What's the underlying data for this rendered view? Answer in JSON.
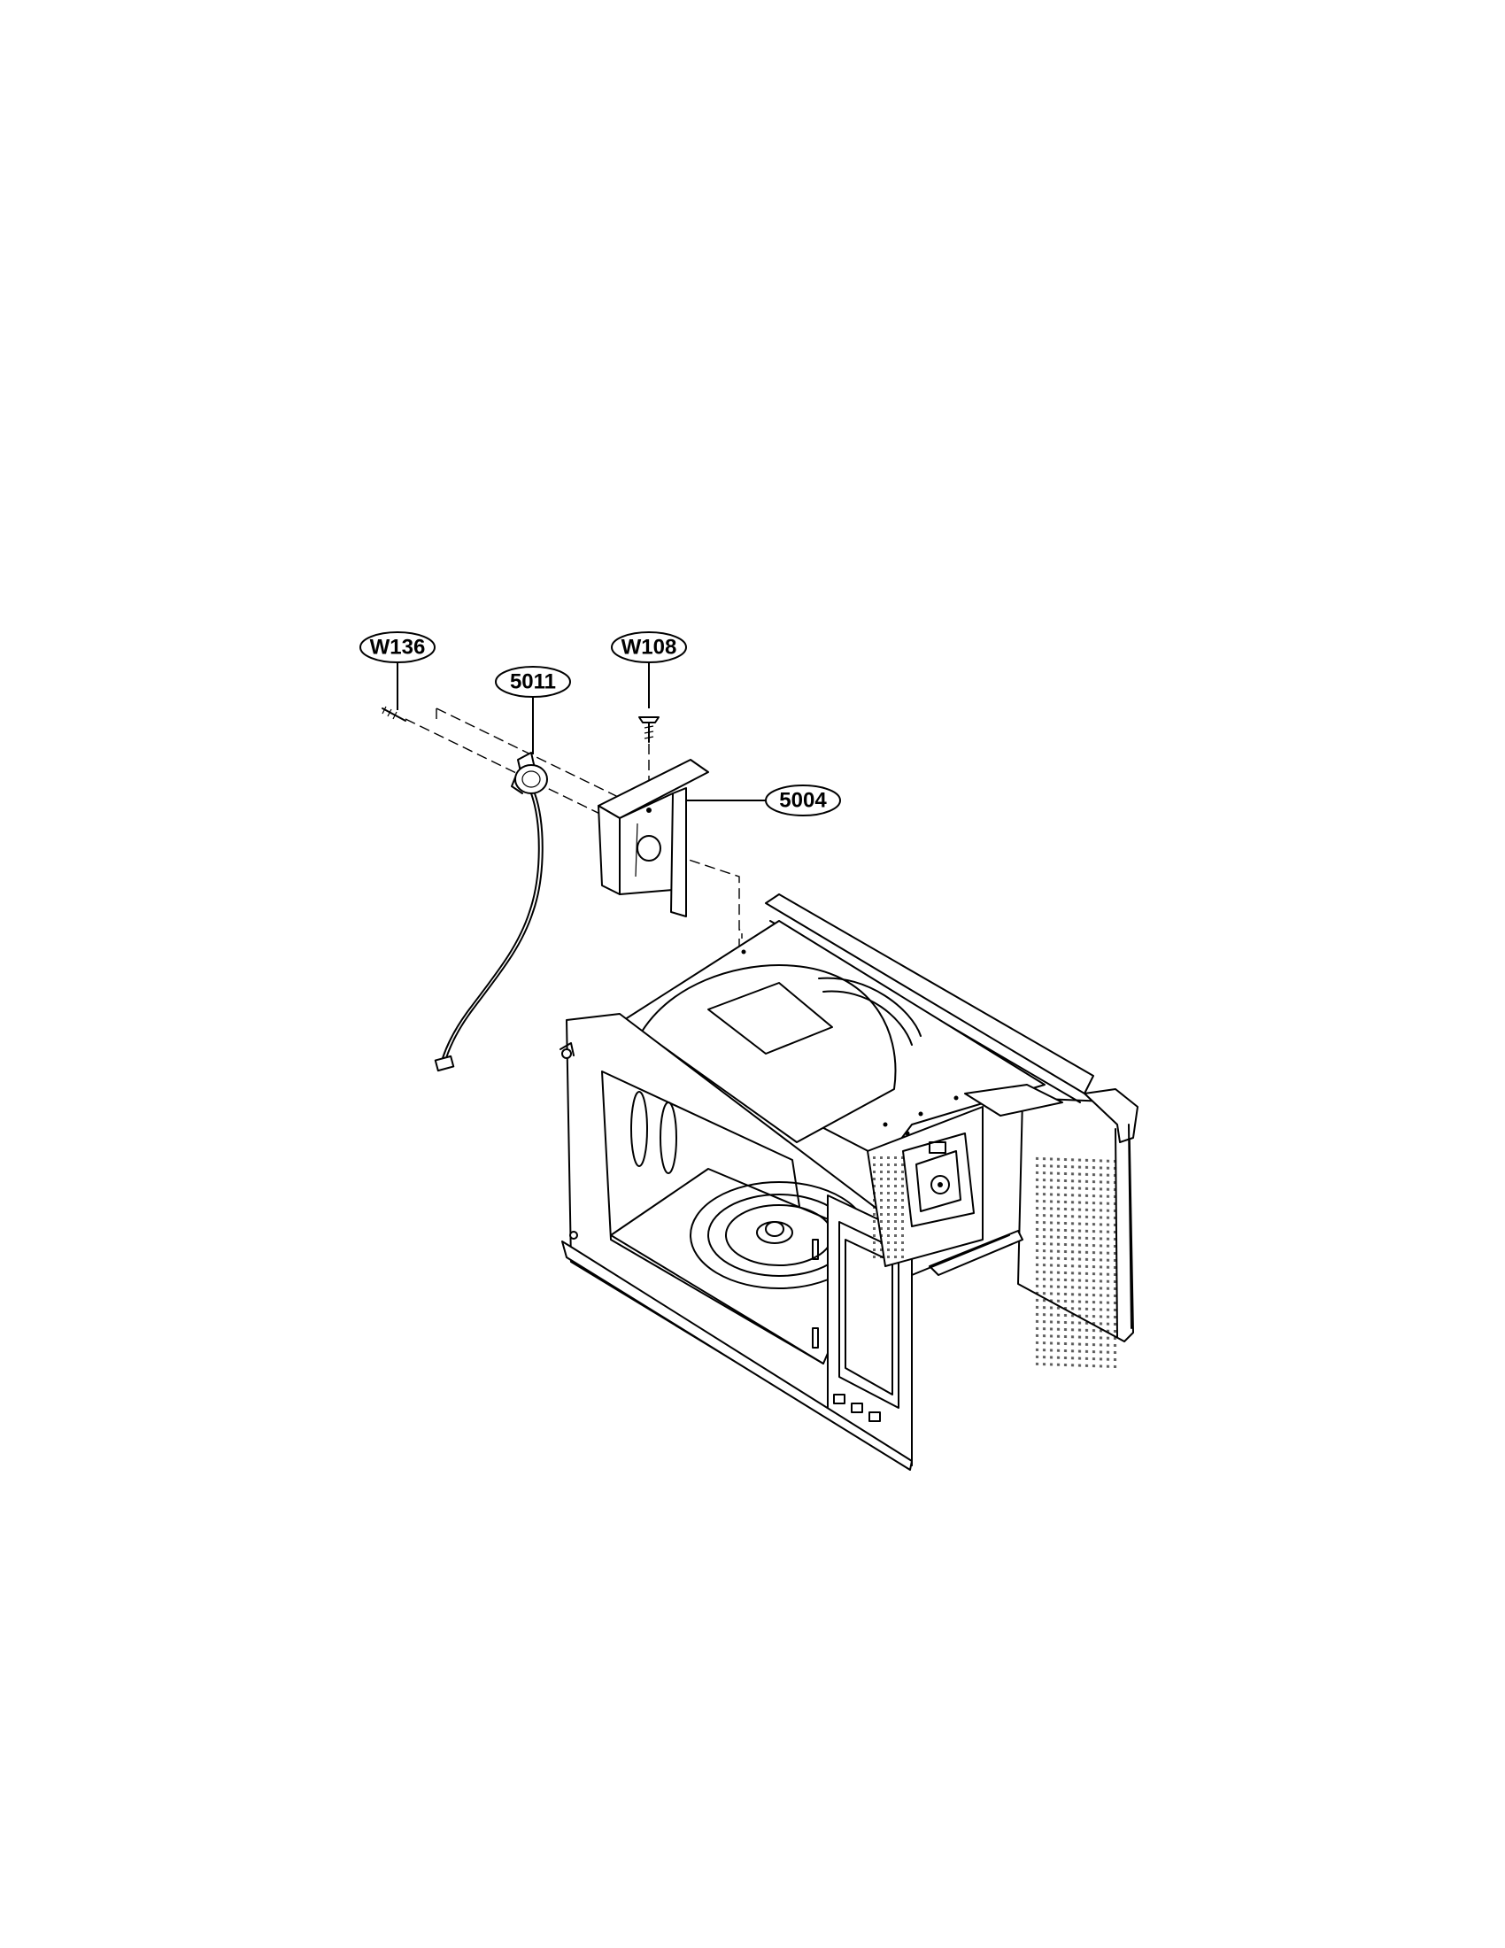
{
  "callouts": {
    "w136": "W136",
    "w108": "W108",
    "p5011": "5011",
    "p5004": "5004"
  }
}
